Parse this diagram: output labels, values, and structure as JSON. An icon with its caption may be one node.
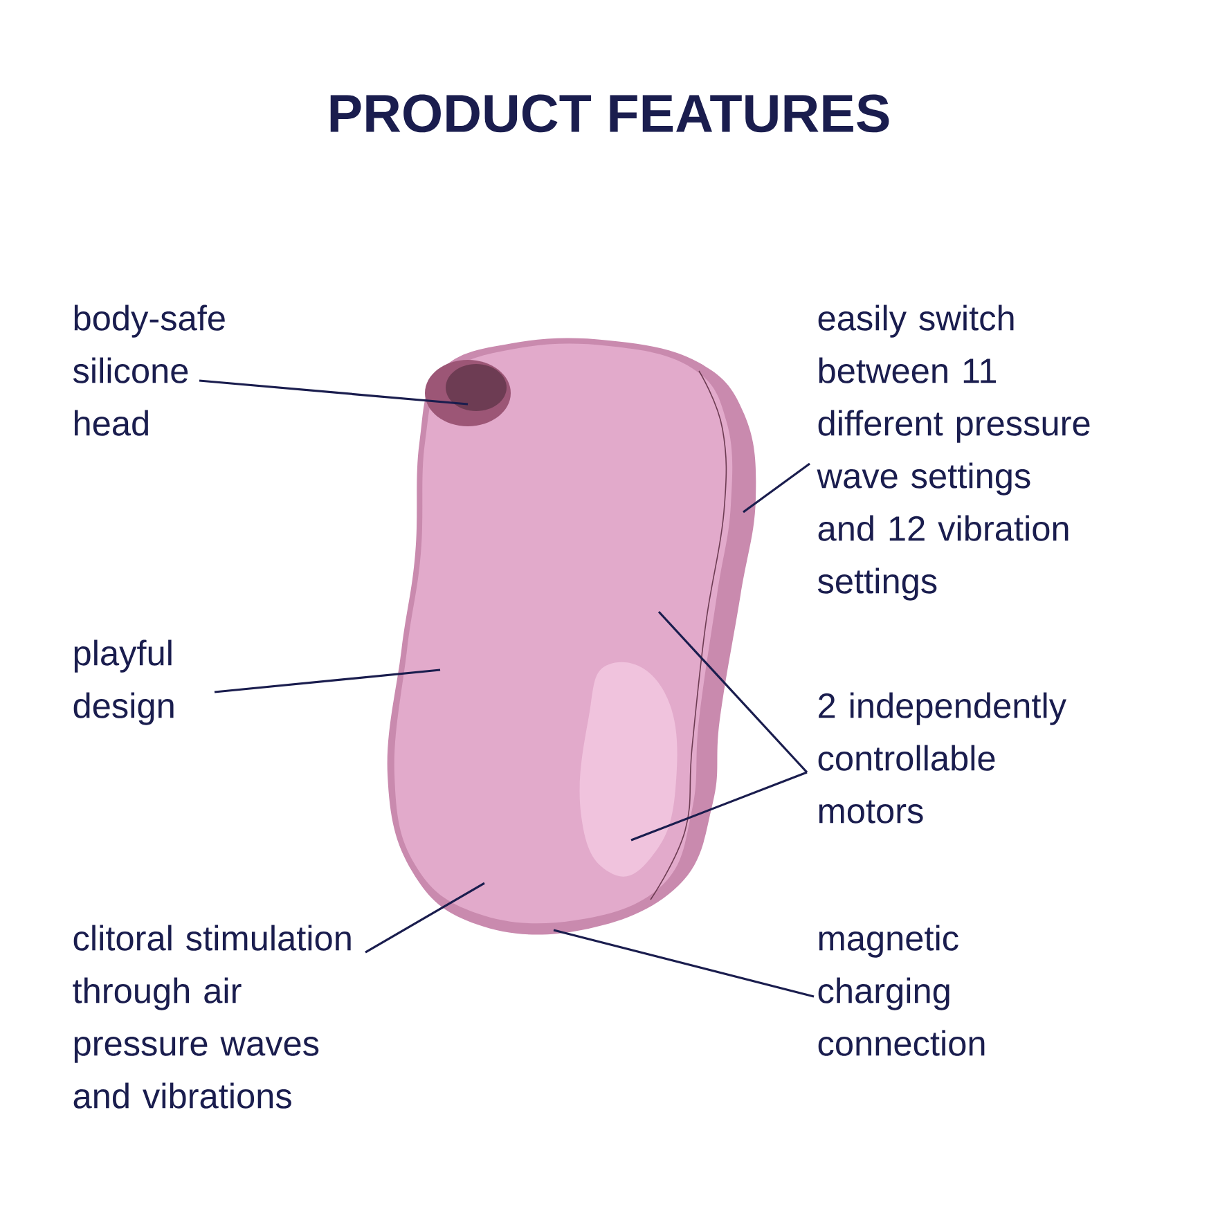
{
  "diagram": {
    "title": "PRODUCT FEATURES",
    "nodes": [
      {
        "text": [
          "body-safe silicone head"
        ]
      },
      {
        "text": [
          "playful design"
        ]
      },
      {
        "text": [
          "clitoral stimulation through air pressure waves and vibrations"
        ]
      },
      {
        "text": [
          "easily switch between 11 different pressure wave settings and 12 vibration settings"
        ]
      },
      {
        "text": [
          "2 independently controllable motors"
        ]
      },
      {
        "text": [
          "magnetic charging connection"
        ]
      },
      {
        "text": [],
        "shape": "picture"
      }
    ],
    "edges": [
      {
        "from": 0,
        "to": 6,
        "arrow": "none"
      },
      {
        "from": 1,
        "to": 6,
        "arrow": "none"
      },
      {
        "from": 2,
        "to": 6,
        "arrow": "none"
      },
      {
        "from": 3,
        "to": 6,
        "arrow": "none"
      },
      {
        "from": 4,
        "to": 6,
        "arrow": "none"
      },
      {
        "from": 4,
        "to": 6,
        "arrow": "none"
      },
      {
        "from": 5,
        "to": 6,
        "arrow": "none"
      }
    ]
  }
}
